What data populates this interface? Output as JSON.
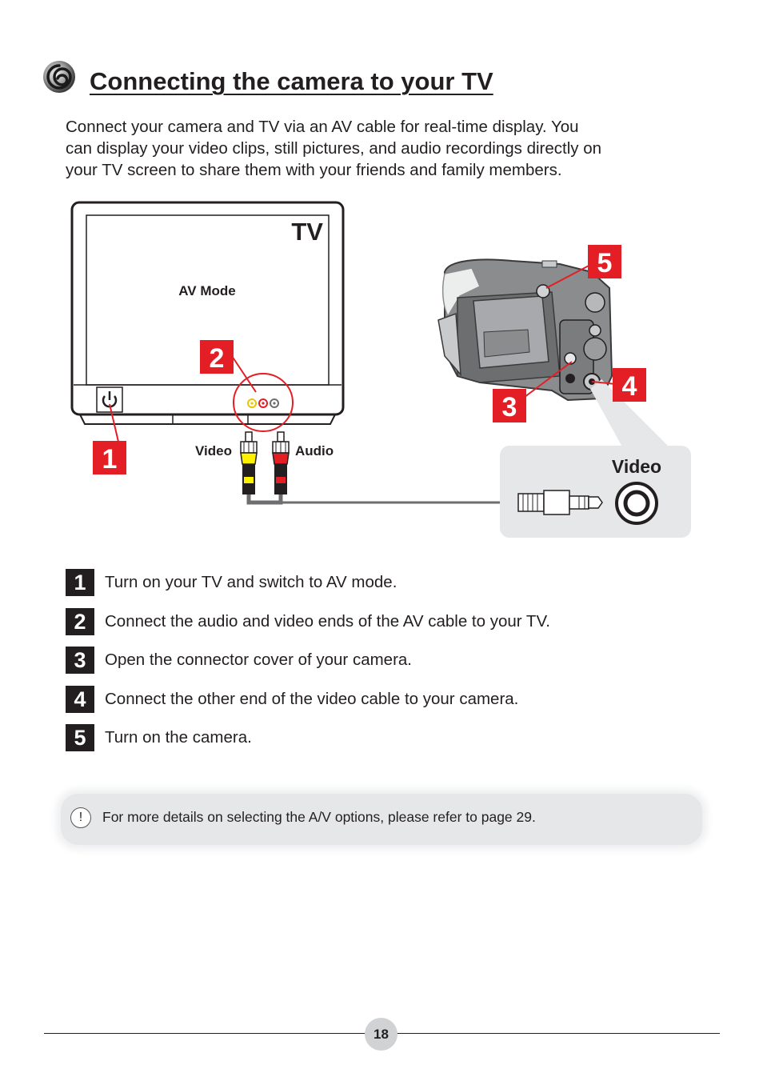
{
  "header": {
    "title": "Connecting the camera to your TV",
    "icon": "swirl-icon"
  },
  "intro": {
    "lines": [
      "Connect your camera and TV via an AV cable for real-time display. You",
      "can display your video clips, still pictures, and audio recordings directly on",
      "your TV screen to share them with your friends and family members."
    ]
  },
  "diagram": {
    "tv_label": "TV",
    "screen_text": "AV Mode",
    "video_plug_label": "Video",
    "audio_plug_label": "Audio",
    "jack_box_label": "Video",
    "callouts": [
      "1",
      "2",
      "3",
      "4",
      "5"
    ],
    "accent_color": "#e31e24"
  },
  "steps": [
    {
      "num": "1",
      "text": "Turn on your TV and switch to AV mode."
    },
    {
      "num": "2",
      "text": "Connect the audio and video ends of the AV cable to your TV."
    },
    {
      "num": "3",
      "text": "Open the connector cover of your camera."
    },
    {
      "num": "4",
      "text": "Connect the other end of the video cable to your camera."
    },
    {
      "num": "5",
      "text": "Turn on the camera."
    }
  ],
  "note": {
    "text": "For more details on selecting the A/V options, please refer to page 29.",
    "icon_glyph": "!"
  },
  "footer": {
    "page_number": "18"
  }
}
